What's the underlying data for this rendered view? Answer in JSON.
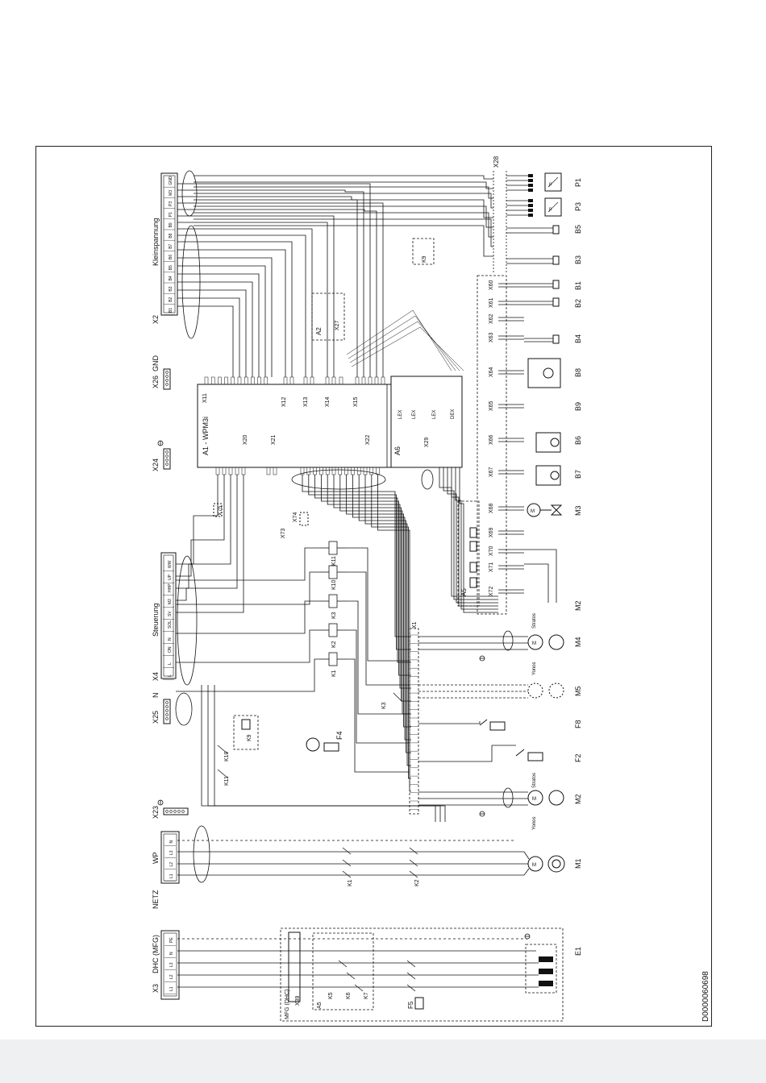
{
  "doc_id": "D0000060698",
  "terminals_left": {
    "x2": "X2",
    "kleinspannung": "Kleinspannung",
    "x26": "X26",
    "gnd": "GND",
    "x24": "X24",
    "x4": "X4",
    "steuerung": "Steuerung",
    "x25": "X25",
    "n": "N",
    "x23": "X23",
    "wp": "WP",
    "netz": "NETZ",
    "x3": "X3",
    "dhc_mfg": "DHC (MFG)",
    "x39": "X39",
    "mfg_dhc": "MFG (DHC)"
  },
  "strip_pins": {
    "x2": [
      "B1",
      "B2",
      "B3",
      "B4",
      "B5",
      "B6",
      "B7",
      "B8",
      "B9",
      "P1",
      "P3",
      "M3",
      "GND"
    ],
    "x4": [
      "L",
      "L",
      "ON",
      "N",
      "SOL",
      "SV",
      "M2",
      "HHP",
      "UP",
      "WW"
    ],
    "wp": [
      "L1",
      "L2",
      "L3",
      "N"
    ],
    "x3": [
      "L1",
      "L2",
      "L3",
      "N",
      "PE"
    ]
  },
  "board": {
    "a1": "A1 - WPM3i",
    "a6": "A6",
    "a2": "A2",
    "a5": "A5",
    "x27": "X27",
    "x28": "X28",
    "x29": "X29",
    "x11": "X11",
    "x12": "X12",
    "x13": "X13",
    "x14": "X14",
    "x15": "X15",
    "x20": "X20",
    "x21": "X21",
    "x22": "X22",
    "x1": "X1",
    "x73": "X73",
    "x74": "X74",
    "x75": "X75",
    "lex": "LEX",
    "dex": "DEX"
  },
  "relays": [
    "K1",
    "K2",
    "K3",
    "K5",
    "K6",
    "K7",
    "K9",
    "K10",
    "K11"
  ],
  "right_connectors": [
    "X60",
    "X61",
    "X62",
    "X63",
    "X64",
    "X65",
    "X66",
    "X67",
    "X68",
    "X69",
    "X70",
    "X71",
    "X72"
  ],
  "components": {
    "p1": "P1",
    "p3": "P3",
    "b5": "B5",
    "b3": "B3",
    "b1": "B1",
    "b2": "B2",
    "b4": "B4",
    "b8": "B8",
    "b9": "B9",
    "b6": "B6",
    "b7": "B7",
    "m3": "M3",
    "m2b": "M2",
    "m4": "M4",
    "m5": "M5",
    "f8": "F8",
    "f2": "F2",
    "m2": "M2",
    "m1": "M1",
    "e1": "E1",
    "f4": "F4",
    "f5": "F5",
    "k9": "K9"
  },
  "pump_labels": {
    "yonos": "Yonos",
    "stratos": "Stratos"
  }
}
